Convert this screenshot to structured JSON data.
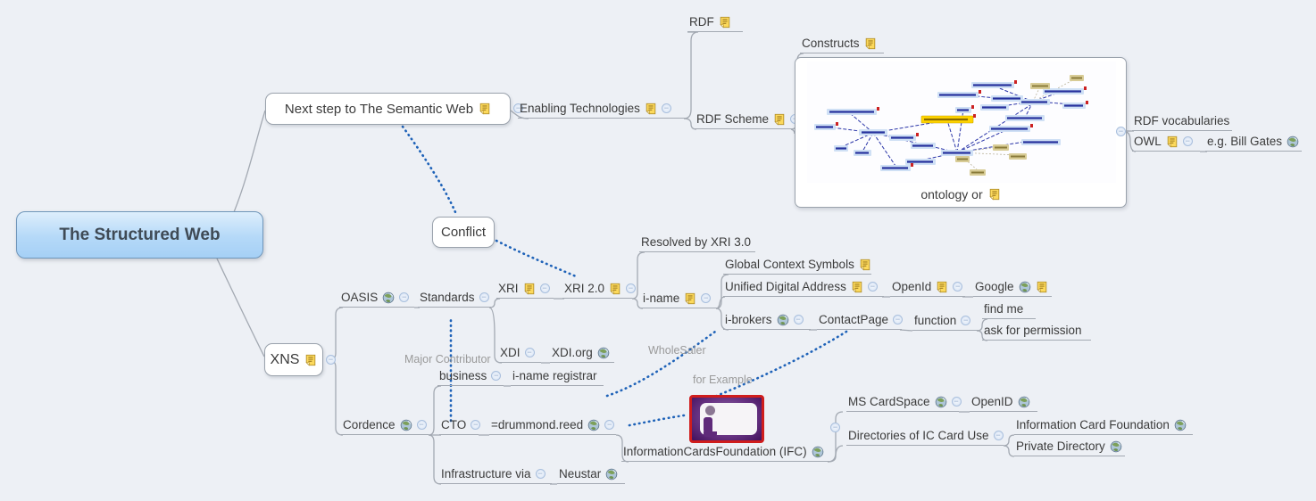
{
  "mindmap": {
    "root_label": "The Structured Web",
    "semantic": {
      "next_step": "Next step to The Semantic Web",
      "enabling_technologies": "Enabling Technologies",
      "rdf": "RDF",
      "rdf_scheme": "RDF Scheme",
      "constructs": "Constructs",
      "ontology_caption": "ontology or",
      "rdf_vocabularies": "RDF vocabularies",
      "owl": "OWL",
      "owl_example": "e.g. Bill Gates"
    },
    "conflict": "Conflict",
    "xns": {
      "topic": "XNS",
      "oasis": "OASIS",
      "standards": "Standards",
      "xri": "XRI",
      "xri_2_0": "XRI 2.0",
      "resolved_by": "Resolved by XRI 3.0",
      "i_name": "i-name",
      "global_context_symbols": "Global Context Symbols",
      "unified_digital_address": "Unified Digital Address",
      "open_id": "OpenId",
      "google": "Google",
      "i_brokers": "i-brokers",
      "contact_page": "ContactPage",
      "function": "function",
      "find_me": "find me",
      "ask_for_permission": "ask for permission",
      "xdi": "XDI",
      "xdi_org": "XDI.org",
      "business": "business",
      "i_name_registrar": "i-name registrar",
      "cordence": "Cordence",
      "cto": "CTO",
      "drummond_reed": "=drummond.reed",
      "ifc": "InformationCardsFoundation (IFC)",
      "ms_cardspace": "MS CardSpace",
      "open_id_2": "OpenID",
      "directories": "Directories of IC Card Use",
      "information_card_foundation": "Information Card Foundation",
      "private_directory": "Private Directory",
      "infrastructure_via": "Infrastructure via",
      "neustar": "Neustar"
    },
    "relationships": {
      "major_contributor": "Major Contributor",
      "wholesaler": "WholeSaler",
      "for_example": "for Example"
    },
    "icons": {
      "note": "note-icon",
      "hyperlink": "globe-icon",
      "collapse": "minus-icon"
    },
    "colors": {
      "background": "#edf0f5",
      "branch_line": "#a3a9b2",
      "relationship_arrow": "#1e62b8",
      "relationship_label": "#9a9a9a",
      "root_fill_top": "#ddeefc",
      "root_fill_bottom": "#a5d0f6",
      "note_icon": "#fcd95c",
      "card_border": "#cf1d1d",
      "card_fill": "#6a3585",
      "text": "#3b3b3b"
    }
  }
}
